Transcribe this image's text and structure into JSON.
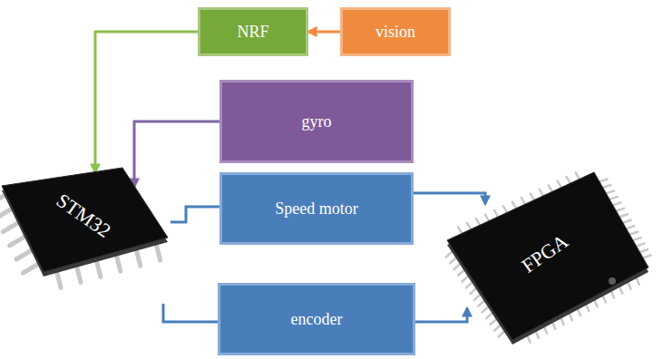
{
  "diagram": {
    "nodes": [
      {
        "text": [
          "NRF"
        ]
      },
      {
        "text": [
          "vision"
        ]
      },
      {
        "text": [
          "gyro"
        ]
      },
      {
        "text": [
          "Speed motor"
        ]
      },
      {
        "text": [
          "STM32"
        ]
      },
      {
        "text": [
          "FPGA"
        ]
      },
      {
        "text": [
          "encoder"
        ]
      }
    ],
    "edges": [
      {
        "from": 1,
        "to": 0,
        "arrow": "to"
      },
      {
        "from": 0,
        "to": 4,
        "arrow": "to"
      },
      {
        "from": 2,
        "to": 4,
        "arrow": "to"
      },
      {
        "from": 4,
        "to": 3,
        "arrow": "none"
      },
      {
        "from": 3,
        "to": 5,
        "arrow": "to"
      },
      {
        "from": 4,
        "to": 6,
        "arrow": "none"
      },
      {
        "from": 6,
        "to": 5,
        "arrow": "to"
      }
    ]
  }
}
